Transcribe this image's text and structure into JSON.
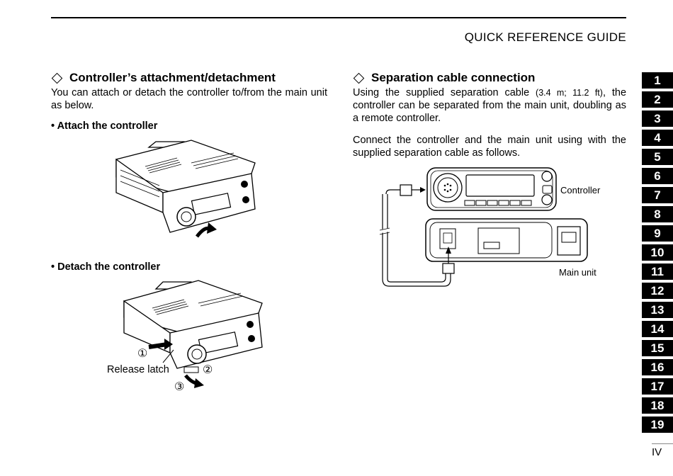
{
  "header": {
    "title": "QUICK REFERENCE GUIDE"
  },
  "left": {
    "title": "Controller’s attachment/detachment",
    "intro": "You can attach or detach the controller to/from the main unit as below.",
    "attach_heading": "• Attach the controller",
    "detach_heading": "• Detach the controller",
    "release_label": "Release latch",
    "step1": "①",
    "step2": "②",
    "step3": "③"
  },
  "right": {
    "title": "Separation cable connection",
    "p1_a": "Using the supplied separation cable ",
    "p1_small": "(3.4 m; 11.2 ft)",
    "p1_b": ", the controller can be separated from the main unit, doubling as a remote controller.",
    "p2": "Connect the controller and the main unit using with the supplied separation cable as follows.",
    "controller_label": "Controller",
    "main_unit_label": "Main unit"
  },
  "tabs": [
    "1",
    "2",
    "3",
    "4",
    "5",
    "6",
    "7",
    "8",
    "9",
    "10",
    "11",
    "12",
    "13",
    "14",
    "15",
    "16",
    "17",
    "18",
    "19"
  ],
  "page_number": "IV"
}
